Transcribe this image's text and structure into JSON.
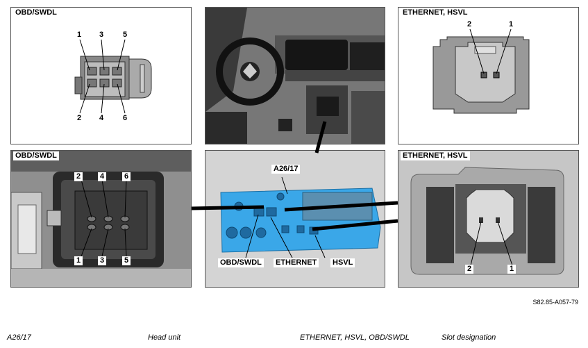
{
  "panels": {
    "obd_top": {
      "title": "OBD/SWDL",
      "pins_top": [
        "1",
        "3",
        "5"
      ],
      "pins_bottom": [
        "2",
        "4",
        "6"
      ]
    },
    "cockpit": {},
    "eth_top": {
      "title": "ETHERNET, HSVL",
      "pins": [
        "2",
        "1"
      ]
    },
    "obd_bottom": {
      "title": "OBD/SWDL",
      "pins_top": [
        "2",
        "4",
        "6"
      ],
      "pins_bottom": [
        "1",
        "3",
        "5"
      ]
    },
    "head_unit": {
      "component_label": "A26/17",
      "callouts": [
        "OBD/SWDL",
        "ETHERNET",
        "HSVL"
      ]
    },
    "eth_bottom": {
      "title": "ETHERNET, HSVL",
      "pins": [
        "2",
        "1"
      ]
    }
  },
  "figure_code": "S82.85-A057-79",
  "legend": [
    {
      "code": "A26/17",
      "description": "Head unit"
    },
    {
      "code": "ETHERNET, HSVL, OBD/SWDL",
      "description": "Slot designation"
    }
  ]
}
